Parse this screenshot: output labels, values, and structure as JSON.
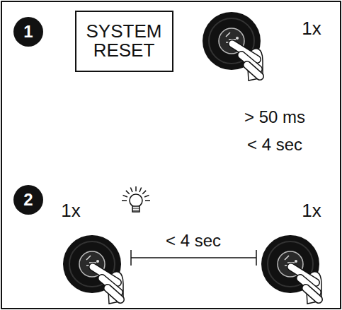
{
  "diagram": {
    "nodes": [
      {
        "text": [
          "1"
        ]
      },
      {
        "text": [
          "SYSTEM RESET"
        ]
      },
      {
        "text": [
          "2"
        ]
      }
    ],
    "labels": [
      "1x",
      "> 50 ms",
      "< 4 sec",
      "1x",
      "< 4 sec",
      "1x"
    ]
  }
}
